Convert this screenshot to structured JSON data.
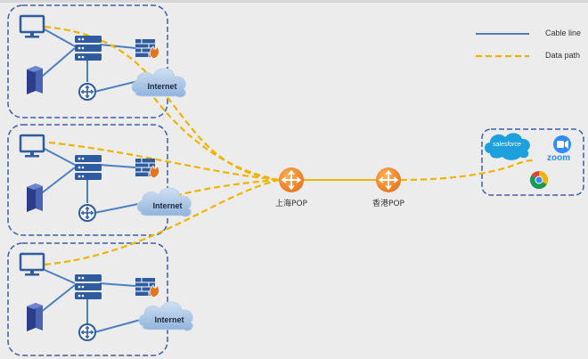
{
  "legend": {
    "cable_line_label": "Cable line",
    "data_path_label": "Data path",
    "cable_color": "#4a7fc1",
    "data_color": "#f0b400"
  },
  "branches": [
    {
      "internet_label": "Internet"
    },
    {
      "internet_label": "Internet"
    },
    {
      "internet_label": "Internet"
    }
  ],
  "pops": [
    {
      "label": "上海POP"
    },
    {
      "label": "香港POP"
    }
  ],
  "saas": {
    "salesforce_label": "salesforce",
    "zoom_label": "zoom",
    "icons": [
      "salesforce-icon",
      "zoom-icon",
      "chrome-icon"
    ]
  },
  "colors": {
    "frame": "#3a5fa8",
    "device": "#2f5c9f",
    "pop_orange": "#f08a24",
    "cloud": "#a9c6e6"
  }
}
